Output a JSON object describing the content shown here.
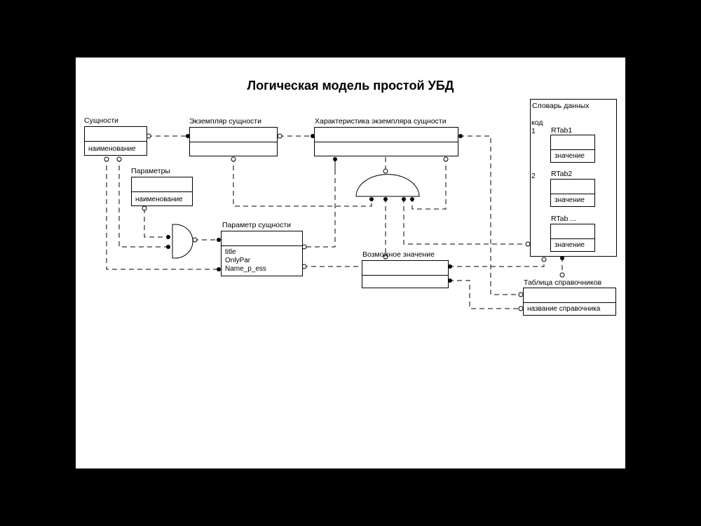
{
  "title": "Логическая модель простой УБД",
  "entities": {
    "suschnosti": {
      "name": "Сущности",
      "attr": "наименование"
    },
    "ekzemplyar": {
      "name": "Экземпляр сущности"
    },
    "harakteristika": {
      "name": "Характеристика экземпляра сущности"
    },
    "parametry": {
      "name": "Параметры",
      "attr": "наименование"
    },
    "parametr_suschnosti": {
      "name": "Параметр сущности",
      "attrs": [
        "title",
        "OnlyPar",
        "Name_p_ess"
      ]
    },
    "vozmozhnoe": {
      "name": "Возможное значение"
    },
    "tablica": {
      "name": "Таблица справочников",
      "attr": "название справочника"
    },
    "slovar": {
      "name": "Словарь данных",
      "kod": "код",
      "items": [
        {
          "num": "1",
          "name": "RTab1",
          "attr": "значение"
        },
        {
          "num": "2",
          "name": "RTab2",
          "attr": "значение"
        },
        {
          "num": "",
          "name": "RTab ...",
          "attr": "значение"
        }
      ]
    }
  }
}
